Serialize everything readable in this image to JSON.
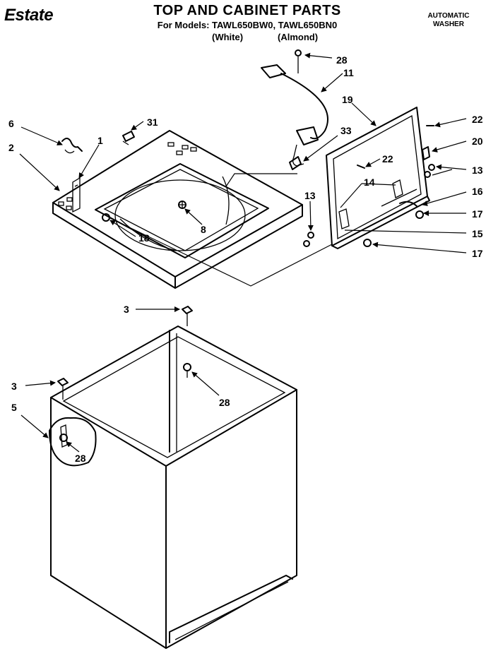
{
  "header": {
    "brand": "Estate",
    "title": "TOP AND CABINET PARTS",
    "subtitle": "For Models: TAWL650BW0, TAWL650BN0",
    "variant_white": "(White)",
    "variant_almond": "(Almond)",
    "product_line1": "AUTOMATIC",
    "product_line2": "WASHER"
  },
  "callouts": {
    "c28_top": "28",
    "c11": "11",
    "c19": "19",
    "c22_right": "22",
    "c20": "20",
    "c13_right": "13",
    "c16": "16",
    "c17_upper": "17",
    "c15": "15",
    "c17_lower": "17",
    "c6": "6",
    "c1": "1",
    "c31": "31",
    "c2": "2",
    "c33": "33",
    "c22_inner": "22",
    "c14": "14",
    "c13_left": "13",
    "c18": "18",
    "c8": "8",
    "c3_upper": "3",
    "c3_lower": "3",
    "c5": "5",
    "c28_middle": "28",
    "c28_lower": "28"
  }
}
